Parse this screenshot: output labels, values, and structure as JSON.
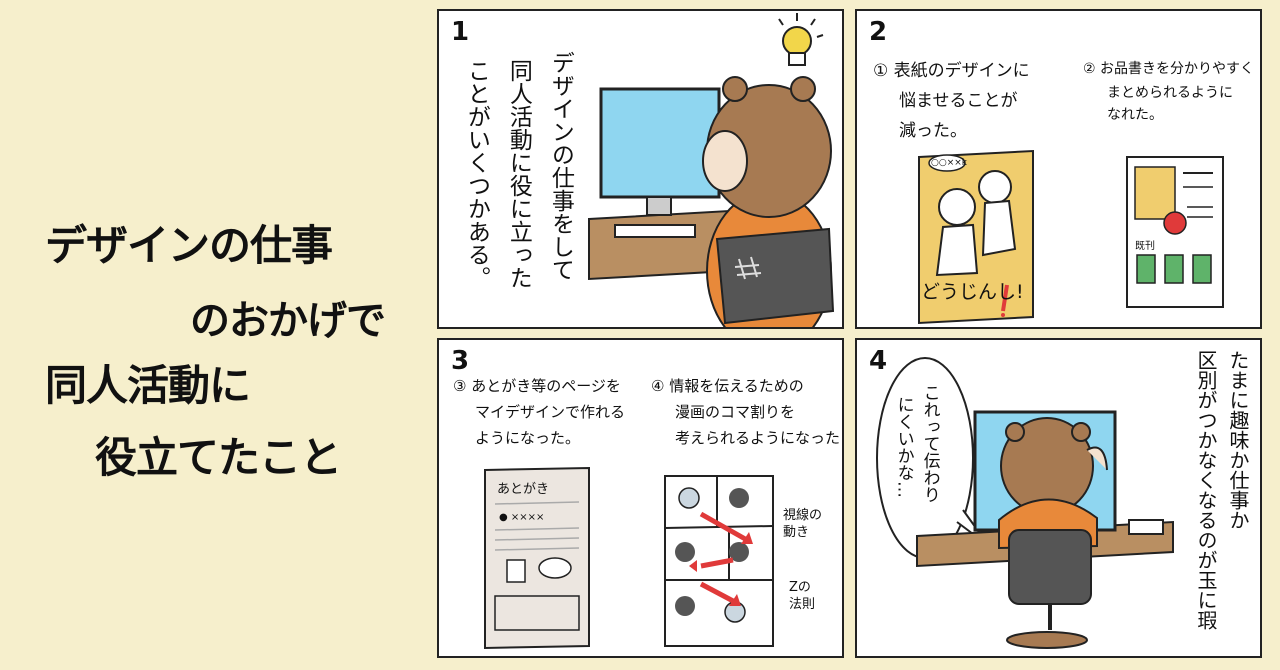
{
  "title": {
    "line1": "デザインの仕事",
    "line2": "のおかげで",
    "line3": "同人活動に",
    "line4": "役立てたこと"
  },
  "panel1": {
    "number": "1",
    "caption_col1": "デザインの仕事をして",
    "caption_col2": "同人活動に役に立った",
    "caption_col3": "ことがいくつかある。"
  },
  "panel2": {
    "number": "2",
    "item1_line1": "① 表紙のデザインに",
    "item1_line2": "悩ませることが",
    "item1_line3": "減った。",
    "item2_line1": "② お品書きを分かりやすく",
    "item2_line2": "まとめられるように",
    "item2_line3": "なれた。",
    "cover_bubble": "○○××k",
    "cover_text": "どうじんし!",
    "menu_label": "既刊"
  },
  "panel3": {
    "number": "3",
    "item3_line1": "③ あとがき等のページを",
    "item3_line2": "マイデザインで作れる",
    "item3_line3": "ようになった。",
    "item4_line1": "④ 情報を伝えるための",
    "item4_line2": "漫画のコマ割りを",
    "item4_line3": "考えられるようになった",
    "page_heading": "あとがき",
    "page_sub": "● ××××",
    "note1": "視線の\n動き",
    "note2": "Zの\n法則"
  },
  "panel4": {
    "number": "4",
    "speech": "これって伝わり にくいかな…",
    "speech_col1": "これって伝わり",
    "speech_col2": "にくいかな…",
    "caption_col1": "たまに趣味か仕事か",
    "caption_col2": "区別がつかなくなるのが玉に瑕"
  },
  "colors": {
    "background": "#f6efcc",
    "hair": "#a77a52",
    "shirt": "#e8893a",
    "monitor": "#8fd6f0",
    "desk": "#b98f62",
    "bulb": "#f2d64a",
    "accent_red": "#e03a3a",
    "green": "#5fb36a",
    "cover_yellow": "#f0cd6e"
  }
}
